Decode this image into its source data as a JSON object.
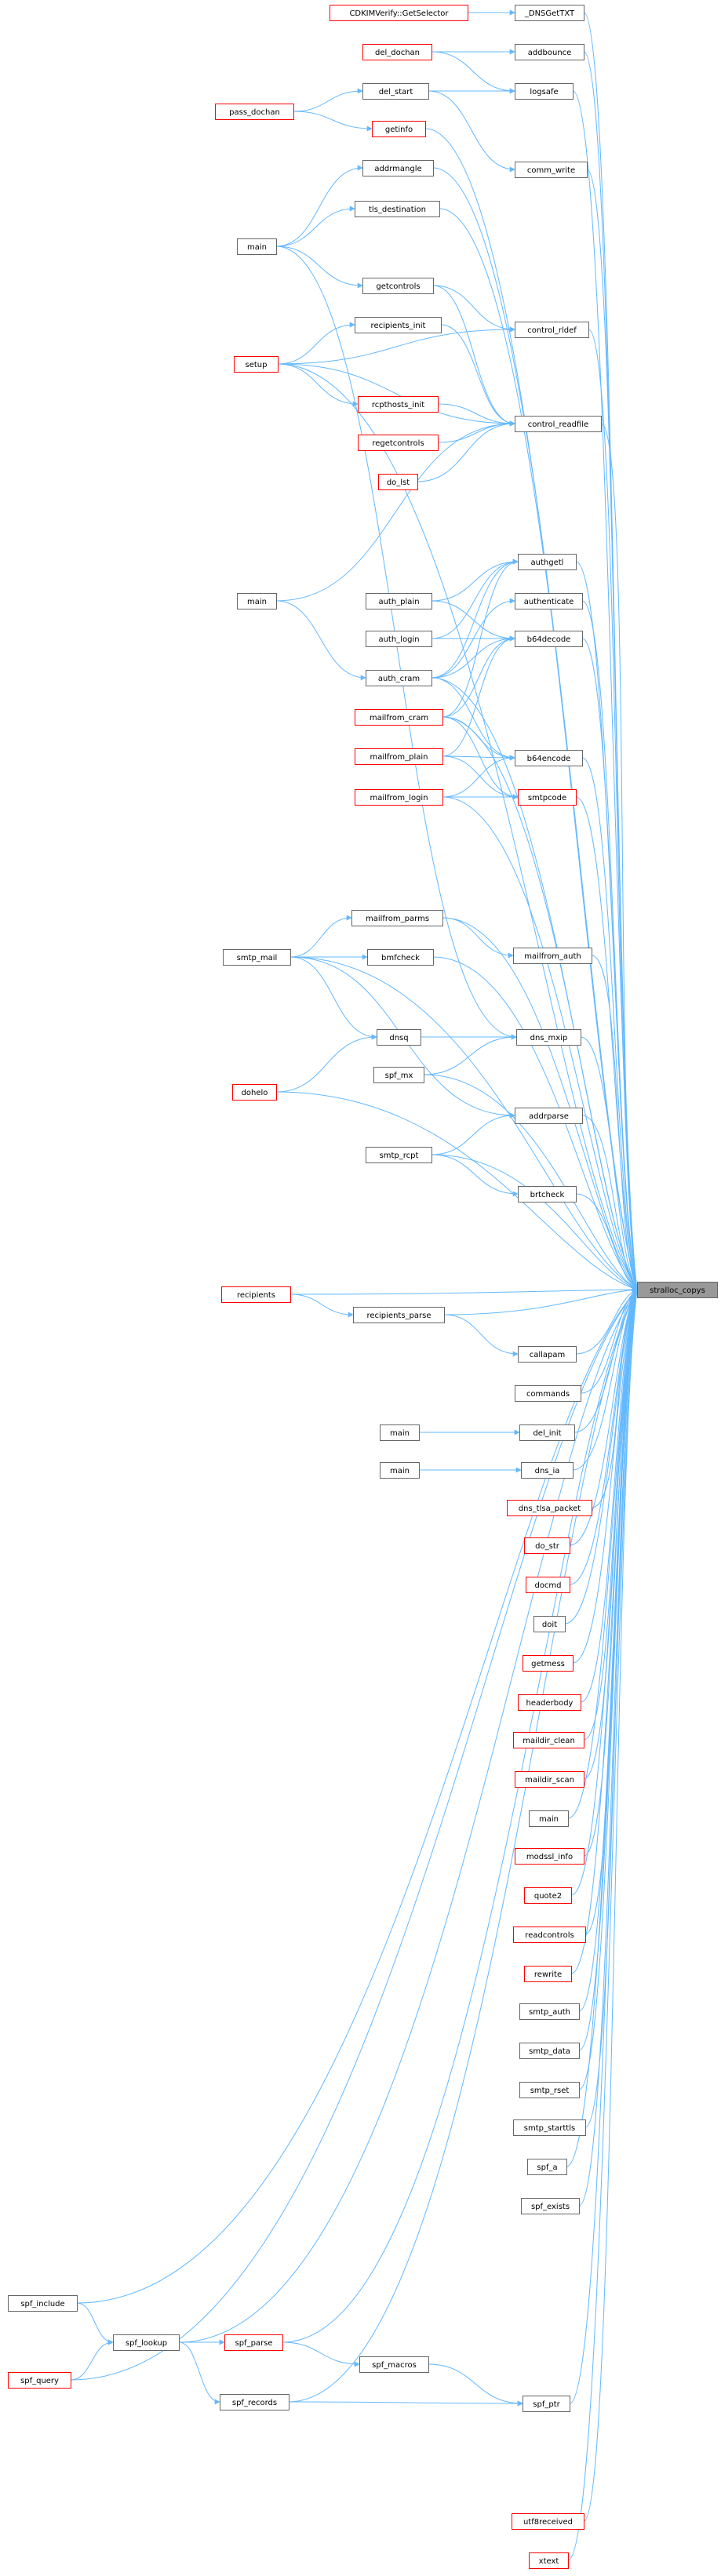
{
  "colors": {
    "edge": "#63b8ff",
    "box_border_normal": "#666666",
    "box_border_red": "#ff0000",
    "box_fill": "#ffffff",
    "target_fill": "#999999",
    "text": "#000000"
  },
  "nodes": [
    {
      "id": "target",
      "label": "stralloc_copys",
      "style": "target"
    },
    {
      "id": "dnsgettxt",
      "label": "_DNSGetTXT",
      "style": "normal"
    },
    {
      "id": "cdkimgetselector",
      "label": "CDKIMVerify::GetSelector",
      "style": "red"
    },
    {
      "id": "addbounce",
      "label": "addbounce",
      "style": "normal"
    },
    {
      "id": "del_dochan",
      "label": "del_dochan",
      "style": "red"
    },
    {
      "id": "logsafe",
      "label": "logsafe",
      "style": "normal"
    },
    {
      "id": "del_start",
      "label": "del_start",
      "style": "normal"
    },
    {
      "id": "pass_dochan",
      "label": "pass_dochan",
      "style": "red"
    },
    {
      "id": "getinfo",
      "label": "getinfo",
      "style": "red"
    },
    {
      "id": "comm_write",
      "label": "comm_write",
      "style": "normal"
    },
    {
      "id": "addrmangle",
      "label": "addrmangle",
      "style": "normal"
    },
    {
      "id": "tls_destination",
      "label": "tls_destination",
      "style": "normal"
    },
    {
      "id": "main_a",
      "label": "main",
      "style": "normal"
    },
    {
      "id": "getcontrols",
      "label": "getcontrols",
      "style": "normal"
    },
    {
      "id": "control_rldef",
      "label": "control_rldef",
      "style": "normal"
    },
    {
      "id": "recipients_init",
      "label": "recipients_init",
      "style": "normal"
    },
    {
      "id": "setup",
      "label": "setup",
      "style": "red"
    },
    {
      "id": "rcpthosts_init",
      "label": "rcpthosts_init",
      "style": "red"
    },
    {
      "id": "control_readfile",
      "label": "control_readfile",
      "style": "normal"
    },
    {
      "id": "regetcontrols",
      "label": "regetcontrols",
      "style": "red"
    },
    {
      "id": "do_lst",
      "label": "do_lst",
      "style": "red"
    },
    {
      "id": "authgetl",
      "label": "authgetl",
      "style": "normal"
    },
    {
      "id": "main_b",
      "label": "main",
      "style": "normal"
    },
    {
      "id": "auth_plain",
      "label": "auth_plain",
      "style": "normal"
    },
    {
      "id": "authenticate",
      "label": "authenticate",
      "style": "normal"
    },
    {
      "id": "auth_login",
      "label": "auth_login",
      "style": "normal"
    },
    {
      "id": "b64decode",
      "label": "b64decode",
      "style": "normal"
    },
    {
      "id": "auth_cram",
      "label": "auth_cram",
      "style": "normal"
    },
    {
      "id": "mailfrom_cram",
      "label": "mailfrom_cram",
      "style": "red"
    },
    {
      "id": "mailfrom_plain",
      "label": "mailfrom_plain",
      "style": "red"
    },
    {
      "id": "b64encode",
      "label": "b64encode",
      "style": "normal"
    },
    {
      "id": "mailfrom_login",
      "label": "mailfrom_login",
      "style": "red"
    },
    {
      "id": "smtpcode",
      "label": "smtpcode",
      "style": "red"
    },
    {
      "id": "mailfrom_parms",
      "label": "mailfrom_parms",
      "style": "normal"
    },
    {
      "id": "smtp_mail",
      "label": "smtp_mail",
      "style": "normal"
    },
    {
      "id": "bmfcheck",
      "label": "bmfcheck",
      "style": "normal"
    },
    {
      "id": "mailfrom_auth",
      "label": "mailfrom_auth",
      "style": "normal"
    },
    {
      "id": "dnsq",
      "label": "dnsq",
      "style": "normal"
    },
    {
      "id": "dns_mxip",
      "label": "dns_mxip",
      "style": "normal"
    },
    {
      "id": "spf_mx",
      "label": "spf_mx",
      "style": "normal"
    },
    {
      "id": "dohelo",
      "label": "dohelo",
      "style": "red"
    },
    {
      "id": "addrparse",
      "label": "addrparse",
      "style": "normal"
    },
    {
      "id": "smtp_rcpt",
      "label": "smtp_rcpt",
      "style": "normal"
    },
    {
      "id": "brtcheck",
      "label": "brtcheck",
      "style": "normal"
    },
    {
      "id": "recipients",
      "label": "recipients",
      "style": "red"
    },
    {
      "id": "recipients_parse",
      "label": "recipients_parse",
      "style": "normal"
    },
    {
      "id": "callapam",
      "label": "callapam",
      "style": "normal"
    },
    {
      "id": "commands",
      "label": "commands",
      "style": "normal"
    },
    {
      "id": "main_c",
      "label": "main",
      "style": "normal"
    },
    {
      "id": "del_init",
      "label": "del_init",
      "style": "normal"
    },
    {
      "id": "main_d",
      "label": "main",
      "style": "normal"
    },
    {
      "id": "dns_ia",
      "label": "dns_ia",
      "style": "normal"
    },
    {
      "id": "dns_tlsa_packet",
      "label": "dns_tlsa_packet",
      "style": "red"
    },
    {
      "id": "do_str",
      "label": "do_str",
      "style": "red"
    },
    {
      "id": "docmd",
      "label": "docmd",
      "style": "red"
    },
    {
      "id": "doit",
      "label": "doit",
      "style": "normal"
    },
    {
      "id": "getmess",
      "label": "getmess",
      "style": "red"
    },
    {
      "id": "headerbody",
      "label": "headerbody",
      "style": "red"
    },
    {
      "id": "maildir_clean",
      "label": "maildir_clean",
      "style": "red"
    },
    {
      "id": "maildir_scan",
      "label": "maildir_scan",
      "style": "red"
    },
    {
      "id": "main_e",
      "label": "main",
      "style": "normal"
    },
    {
      "id": "modssl_info",
      "label": "modssl_info",
      "style": "red"
    },
    {
      "id": "quote2",
      "label": "quote2",
      "style": "red"
    },
    {
      "id": "readcontrols",
      "label": "readcontrols",
      "style": "red"
    },
    {
      "id": "rewrite",
      "label": "rewrite",
      "style": "red"
    },
    {
      "id": "smtp_auth",
      "label": "smtp_auth",
      "style": "normal"
    },
    {
      "id": "smtp_data",
      "label": "smtp_data",
      "style": "normal"
    },
    {
      "id": "smtp_rset",
      "label": "smtp_rset",
      "style": "normal"
    },
    {
      "id": "smtp_starttls",
      "label": "smtp_starttls",
      "style": "normal"
    },
    {
      "id": "spf_a",
      "label": "spf_a",
      "style": "normal"
    },
    {
      "id": "spf_exists",
      "label": "spf_exists",
      "style": "normal"
    },
    {
      "id": "spf_include",
      "label": "spf_include",
      "style": "normal"
    },
    {
      "id": "spf_lookup",
      "label": "spf_lookup",
      "style": "normal"
    },
    {
      "id": "spf_parse",
      "label": "spf_parse",
      "style": "red"
    },
    {
      "id": "spf_query",
      "label": "spf_query",
      "style": "red"
    },
    {
      "id": "spf_macros",
      "label": "spf_macros",
      "style": "normal"
    },
    {
      "id": "spf_records",
      "label": "spf_records",
      "style": "normal"
    },
    {
      "id": "spf_ptr",
      "label": "spf_ptr",
      "style": "normal"
    },
    {
      "id": "utf8received",
      "label": "utf8received",
      "style": "red"
    },
    {
      "id": "xtext",
      "label": "xtext",
      "style": "red"
    }
  ],
  "edges": [
    [
      "dnsgettxt",
      "target"
    ],
    [
      "addbounce",
      "target"
    ],
    [
      "logsafe",
      "target"
    ],
    [
      "comm_write",
      "target"
    ],
    [
      "control_rldef",
      "target"
    ],
    [
      "control_readfile",
      "target"
    ],
    [
      "authgetl",
      "target"
    ],
    [
      "authenticate",
      "target"
    ],
    [
      "b64decode",
      "target"
    ],
    [
      "b64encode",
      "target"
    ],
    [
      "smtpcode",
      "target"
    ],
    [
      "mailfrom_auth",
      "target"
    ],
    [
      "dns_mxip",
      "target"
    ],
    [
      "addrparse",
      "target"
    ],
    [
      "brtcheck",
      "target"
    ],
    [
      "recipients",
      "target"
    ],
    [
      "recipients_parse",
      "target"
    ],
    [
      "callapam",
      "target"
    ],
    [
      "commands",
      "target"
    ],
    [
      "del_init",
      "target"
    ],
    [
      "dns_ia",
      "target"
    ],
    [
      "dns_tlsa_packet",
      "target"
    ],
    [
      "do_str",
      "target"
    ],
    [
      "docmd",
      "target"
    ],
    [
      "doit",
      "target"
    ],
    [
      "getmess",
      "target"
    ],
    [
      "headerbody",
      "target"
    ],
    [
      "maildir_clean",
      "target"
    ],
    [
      "maildir_scan",
      "target"
    ],
    [
      "main_e",
      "target"
    ],
    [
      "modssl_info",
      "target"
    ],
    [
      "quote2",
      "target"
    ],
    [
      "readcontrols",
      "target"
    ],
    [
      "rewrite",
      "target"
    ],
    [
      "smtp_auth",
      "target"
    ],
    [
      "smtp_data",
      "target"
    ],
    [
      "smtp_rset",
      "target"
    ],
    [
      "smtp_starttls",
      "target"
    ],
    [
      "spf_a",
      "target"
    ],
    [
      "spf_exists",
      "target"
    ],
    [
      "spf_ptr",
      "target"
    ],
    [
      "utf8received",
      "target"
    ],
    [
      "xtext",
      "target"
    ],
    [
      "getinfo",
      "target"
    ],
    [
      "addrmangle",
      "target"
    ],
    [
      "tls_destination",
      "target"
    ],
    [
      "setup",
      "target"
    ],
    [
      "mailfrom_parms",
      "target"
    ],
    [
      "bmfcheck",
      "target"
    ],
    [
      "spf_mx",
      "target"
    ],
    [
      "dohelo",
      "target"
    ],
    [
      "smtp_rcpt",
      "target"
    ],
    [
      "spf_include",
      "target"
    ],
    [
      "spf_lookup",
      "target"
    ],
    [
      "spf_parse",
      "target"
    ],
    [
      "spf_records",
      "target"
    ],
    [
      "spf_query",
      "target"
    ],
    [
      "auth_cram",
      "target"
    ],
    [
      "mailfrom_cram",
      "target"
    ],
    [
      "mailfrom_login",
      "target"
    ],
    [
      "cdkimgetselector",
      "dnsgettxt"
    ],
    [
      "del_dochan",
      "addbounce"
    ],
    [
      "del_dochan",
      "logsafe"
    ],
    [
      "del_start",
      "logsafe"
    ],
    [
      "del_start",
      "comm_write"
    ],
    [
      "pass_dochan",
      "del_start"
    ],
    [
      "pass_dochan",
      "getinfo"
    ],
    [
      "main_a",
      "addrmangle"
    ],
    [
      "main_a",
      "tls_destination"
    ],
    [
      "main_a",
      "getcontrols"
    ],
    [
      "main_a",
      "dns_mxip"
    ],
    [
      "getcontrols",
      "control_rldef"
    ],
    [
      "getcontrols",
      "control_readfile"
    ],
    [
      "setup",
      "control_rldef"
    ],
    [
      "setup",
      "recipients_init"
    ],
    [
      "setup",
      "rcpthosts_init"
    ],
    [
      "setup",
      "control_readfile"
    ],
    [
      "recipients_init",
      "control_readfile"
    ],
    [
      "rcpthosts_init",
      "control_readfile"
    ],
    [
      "regetcontrols",
      "control_readfile"
    ],
    [
      "do_lst",
      "control_readfile"
    ],
    [
      "main_b",
      "control_readfile"
    ],
    [
      "main_b",
      "auth_cram"
    ],
    [
      "auth_plain",
      "authgetl"
    ],
    [
      "auth_plain",
      "b64decode"
    ],
    [
      "auth_login",
      "authgetl"
    ],
    [
      "auth_login",
      "b64decode"
    ],
    [
      "auth_cram",
      "authgetl"
    ],
    [
      "auth_cram",
      "authenticate"
    ],
    [
      "auth_cram",
      "b64decode"
    ],
    [
      "auth_cram",
      "b64encode"
    ],
    [
      "mailfrom_cram",
      "authgetl"
    ],
    [
      "mailfrom_cram",
      "b64decode"
    ],
    [
      "mailfrom_cram",
      "b64encode"
    ],
    [
      "mailfrom_cram",
      "smtpcode"
    ],
    [
      "mailfrom_plain",
      "b64decode"
    ],
    [
      "mailfrom_plain",
      "b64encode"
    ],
    [
      "mailfrom_plain",
      "smtpcode"
    ],
    [
      "mailfrom_login",
      "b64encode"
    ],
    [
      "mailfrom_login",
      "smtpcode"
    ],
    [
      "smtp_mail",
      "mailfrom_parms"
    ],
    [
      "smtp_mail",
      "bmfcheck"
    ],
    [
      "smtp_mail",
      "dnsq"
    ],
    [
      "smtp_mail",
      "target"
    ],
    [
      "smtp_mail",
      "addrparse"
    ],
    [
      "mailfrom_parms",
      "mailfrom_auth"
    ],
    [
      "dnsq",
      "dns_mxip"
    ],
    [
      "spf_mx",
      "dns_mxip"
    ],
    [
      "dohelo",
      "dnsq"
    ],
    [
      "smtp_rcpt",
      "addrparse"
    ],
    [
      "smtp_rcpt",
      "brtcheck"
    ],
    [
      "recipients",
      "recipients_parse"
    ],
    [
      "recipients_parse",
      "callapam"
    ],
    [
      "main_c",
      "del_init"
    ],
    [
      "main_d",
      "dns_ia"
    ],
    [
      "spf_include",
      "spf_lookup"
    ],
    [
      "spf_query",
      "spf_lookup"
    ],
    [
      "spf_lookup",
      "spf_parse"
    ],
    [
      "spf_lookup",
      "spf_records"
    ],
    [
      "spf_parse",
      "spf_macros"
    ],
    [
      "spf_macros",
      "spf_ptr"
    ],
    [
      "spf_records",
      "spf_ptr"
    ]
  ]
}
